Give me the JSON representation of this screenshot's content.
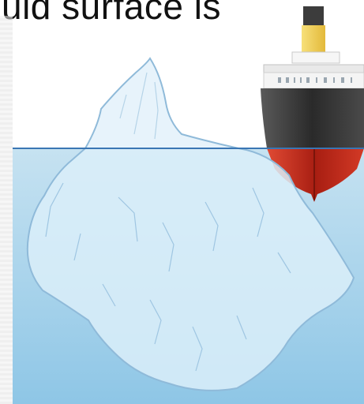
{
  "caption": {
    "text": "uid surface is"
  },
  "colors": {
    "water_top": "#c6e2f1",
    "water_bottom": "#8ec6e6",
    "waterline": "#3a76b4",
    "ice_fill": "#dbeef9",
    "ice_stroke": "#8fbad9",
    "hull_dark": "#3a3a3a",
    "hull_red": "#c8301f",
    "funnel": "#f0d060",
    "superstructure": "#f4f4f4"
  },
  "icons": [
    "iceberg-illustration",
    "ship-hull-illustration",
    "water-surface"
  ]
}
